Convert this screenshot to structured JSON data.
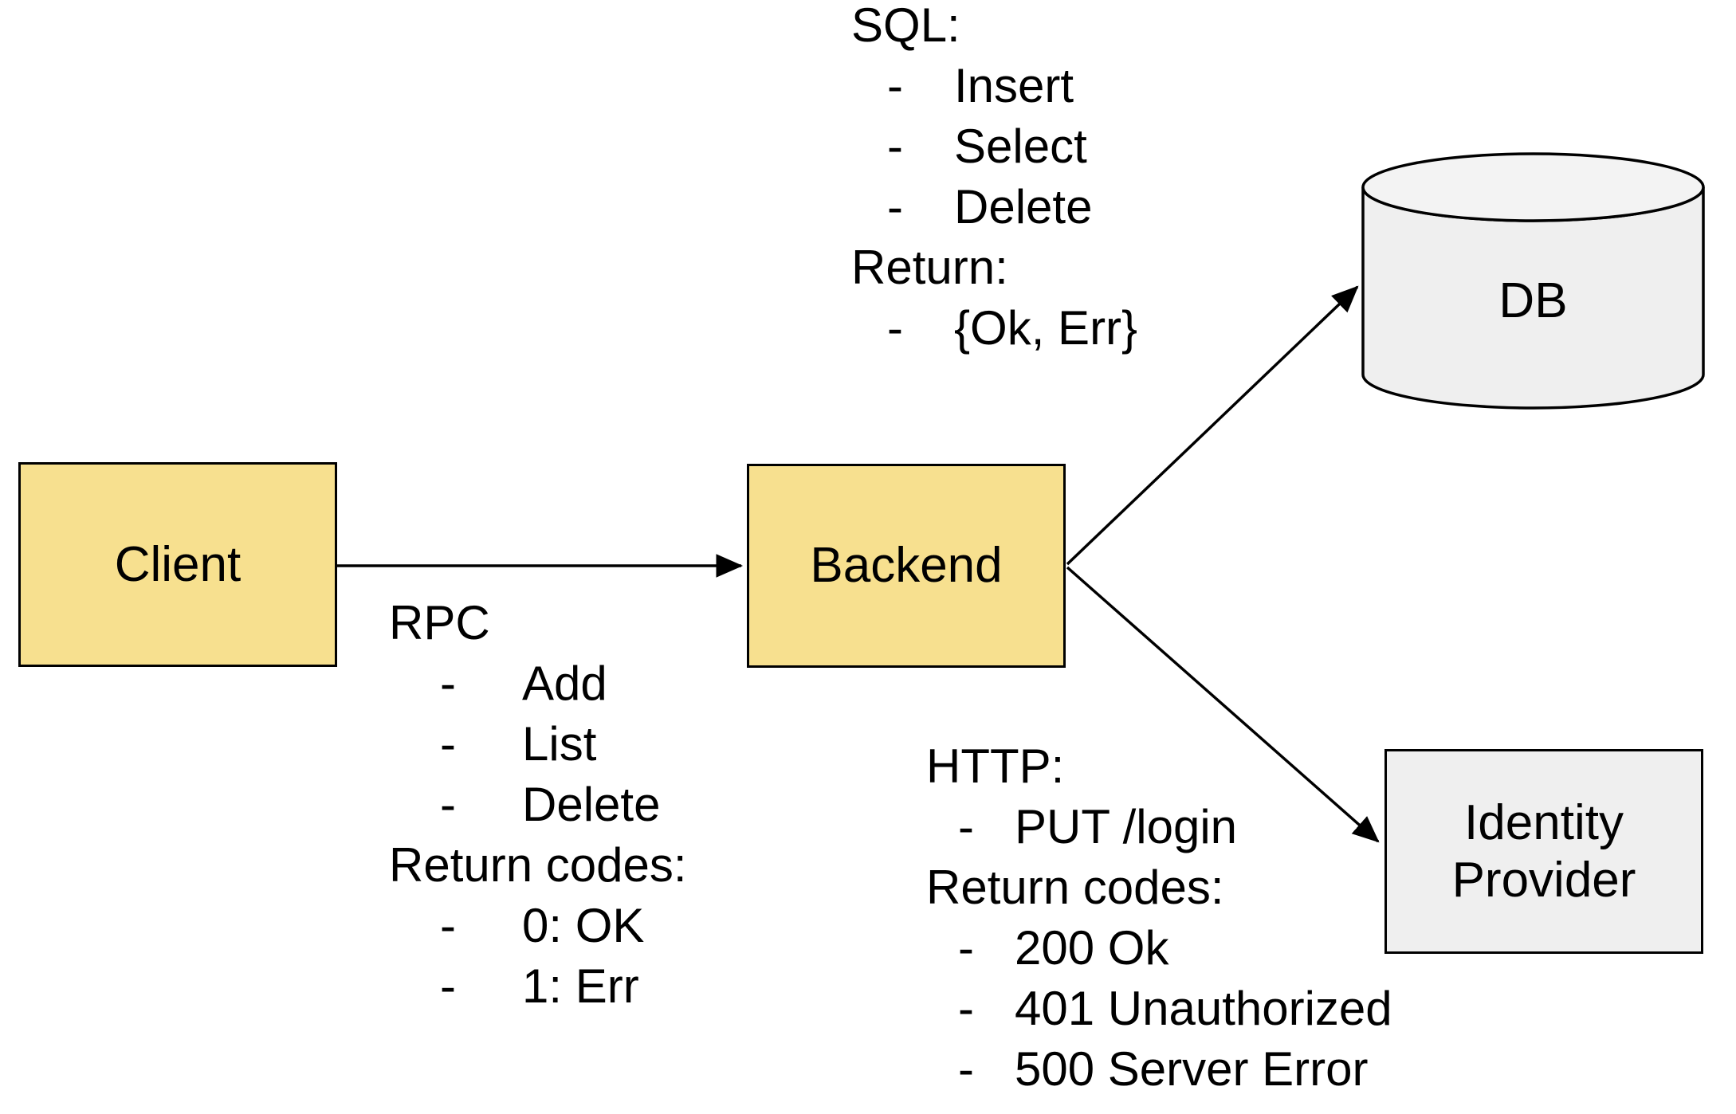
{
  "diagram": {
    "title_hint": "Client-Backend architecture diagram",
    "bullet_char": "-",
    "nodes": {
      "client": {
        "label": "Client",
        "fill": "#F7E08F"
      },
      "backend": {
        "label": "Backend",
        "fill": "#F7E08F"
      },
      "db": {
        "label": "DB",
        "shape": "cylinder",
        "fill": "#EFEFEF"
      },
      "identity_provider": {
        "line1": "Identity",
        "line2": "Provider",
        "fill": "#EFEFEF"
      }
    },
    "edges": {
      "client_to_backend": {
        "from": "Client",
        "to": "Backend"
      },
      "backend_to_db": {
        "from": "Backend",
        "to": "DB"
      },
      "backend_to_identity_provider": {
        "from": "Backend",
        "to": "Identity Provider"
      }
    },
    "notes": {
      "rpc": {
        "title": "RPC",
        "items": [
          "Add",
          "List",
          "Delete"
        ],
        "return_title": "Return codes:",
        "return_items": [
          "0: OK",
          "1: Err"
        ]
      },
      "sql": {
        "title": "SQL:",
        "items": [
          "Insert",
          "Select",
          "Delete"
        ],
        "return_title": "Return:",
        "return_items": [
          "{Ok, Err}"
        ]
      },
      "http": {
        "title": "HTTP:",
        "items": [
          "PUT /login"
        ],
        "return_title": "Return codes:",
        "return_items": [
          "200 Ok",
          "401 Unauthorized",
          "500 Server Error"
        ]
      }
    },
    "colors": {
      "background": "#FFFFFF",
      "stroke": "#000000",
      "text": "#000000",
      "yellow_node_fill": "#F7E08F",
      "gray_node_fill": "#EFEFEF",
      "cylinder_top_fill": "#F3F3F3"
    }
  }
}
